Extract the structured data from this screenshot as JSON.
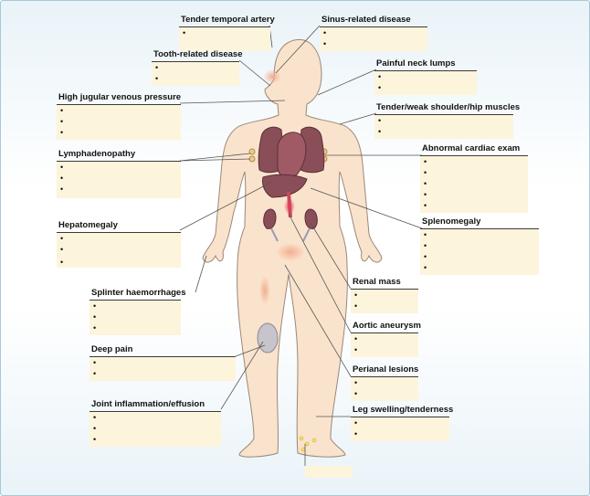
{
  "labels": {
    "tender_temporal_artery": "Tender temporal artery",
    "sinus_related_disease": "Sinus-related disease",
    "tooth_related_disease": "Tooth-related disease",
    "painful_neck_lumps": "Painful neck lumps",
    "high_jugular_venous_pressure": "High jugular venous pressure",
    "tender_weak_muscles": "Tender/weak shoulder/hip muscles",
    "lymphadenopathy": "Lymphadenopathy",
    "abnormal_cardiac_exam": "Abnormal cardiac exam",
    "hepatomegaly": "Hepatomegaly",
    "splenomegaly": "Splenomegaly",
    "splinter_haemorrhages": "Splinter haemorrhages",
    "renal_mass": "Renal mass",
    "aortic_aneurysm": "Aortic aneurysm",
    "deep_pain": "Deep pain",
    "perianal_lesions": "Perianal lesions",
    "joint_inflammation_effusion": "Joint inflammation/effusion",
    "leg_swelling_tenderness": "Leg swelling/tenderness"
  },
  "bullet_symbol": "•",
  "colors": {
    "panel": "#fdf4dc",
    "skin": "#fae3cc",
    "organ": "#8a4e58",
    "frame_border": "#a9c8d8"
  }
}
